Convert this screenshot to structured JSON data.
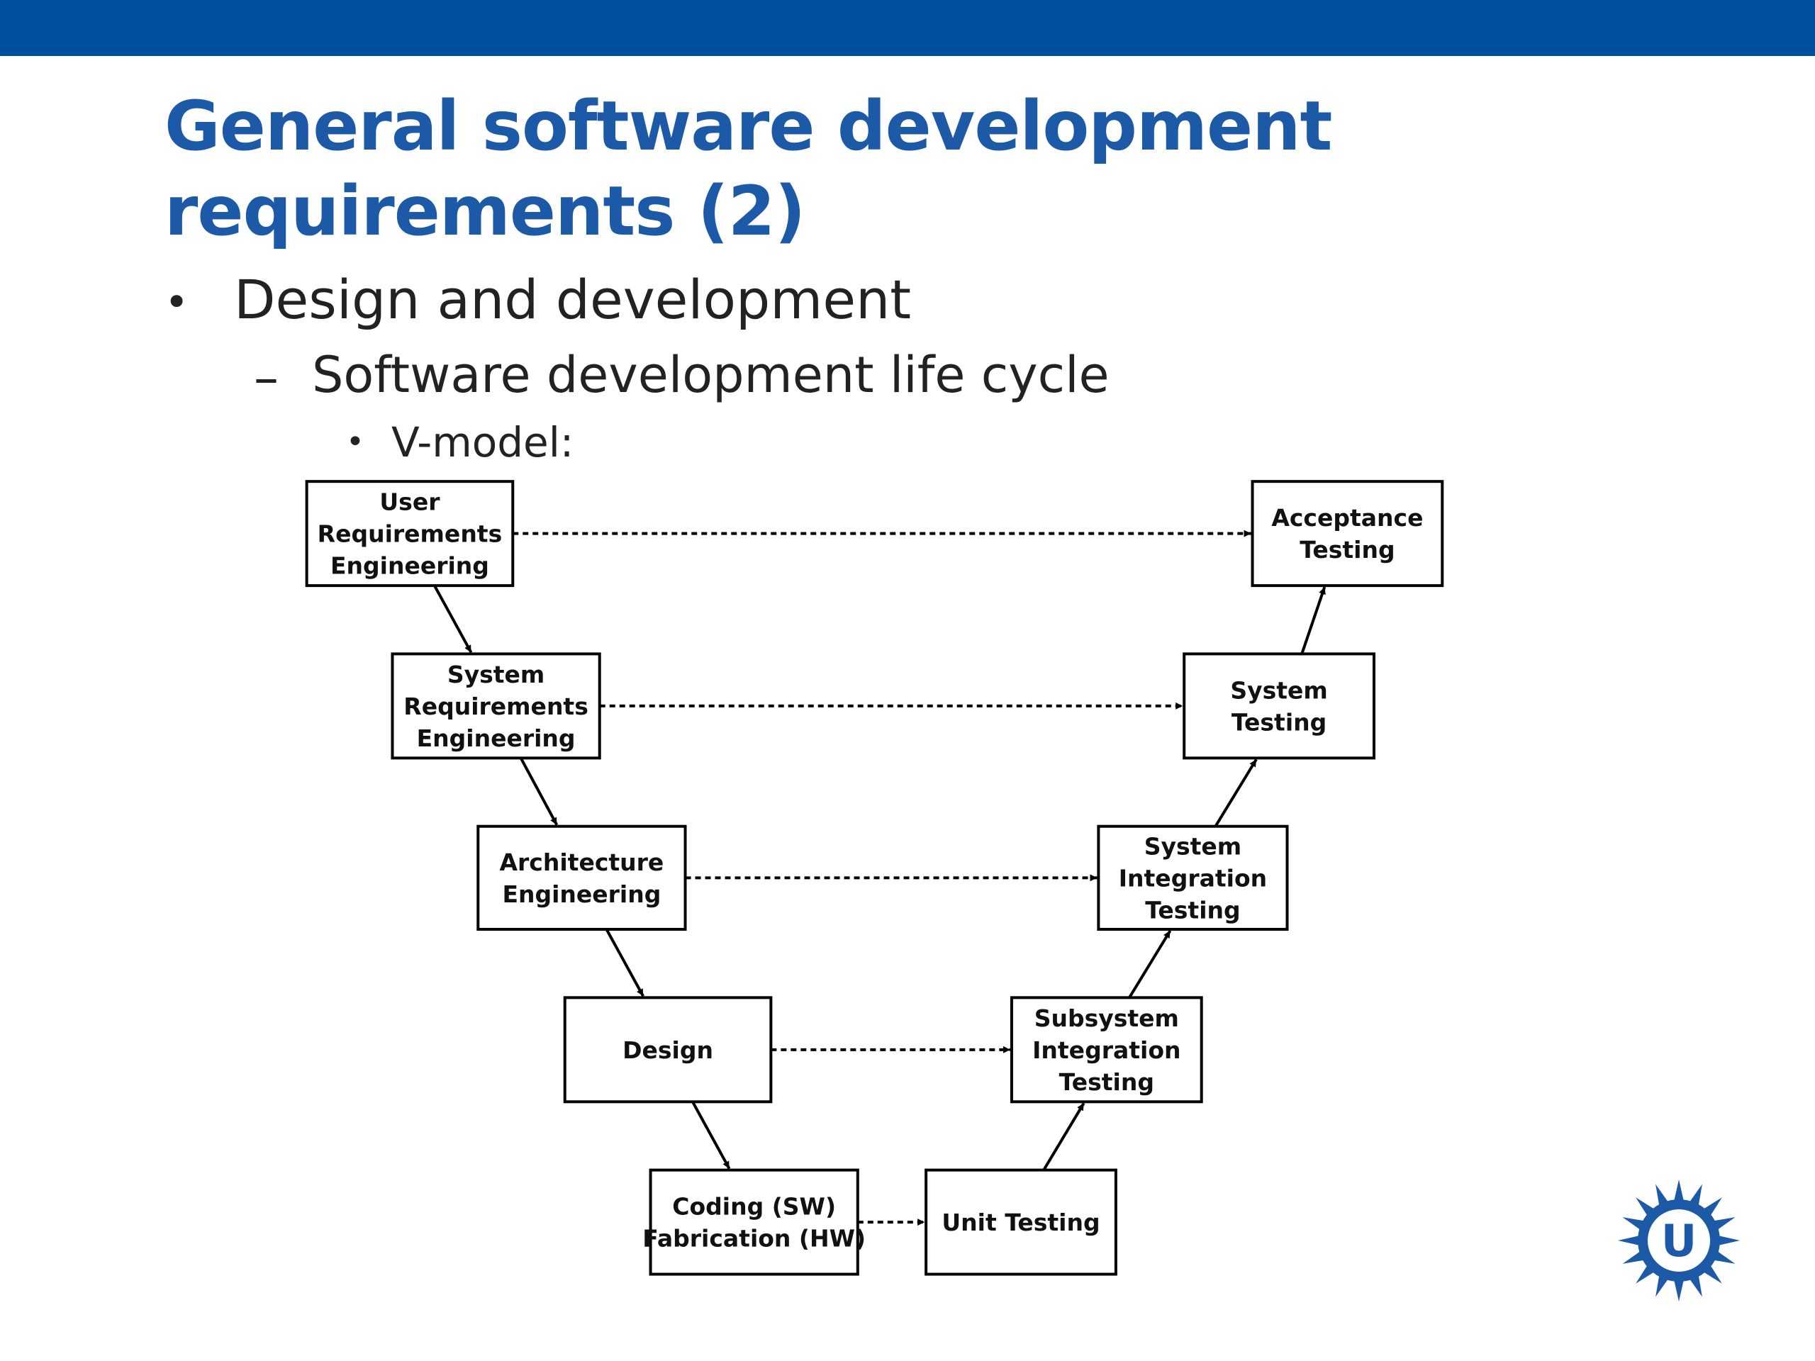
{
  "colors": {
    "top_bar": "#004f9e",
    "title": "#1c5aa8",
    "logo": "#1c5aa8"
  },
  "slide": {
    "title_line1": "General software development",
    "title_line2": "requirements (2)",
    "bullet1_mark": "•",
    "bullet1": "Design and development",
    "bullet2_mark": "–",
    "bullet2": "Software development life cycle",
    "bullet3_mark": "•",
    "bullet3": "V-model:"
  },
  "diagram": {
    "boxes": {
      "user_req": [
        "User",
        "Requirements",
        "Engineering"
      ],
      "sys_req": [
        "System",
        "Requirements",
        "Engineering"
      ],
      "arch": [
        "Architecture",
        "Engineering"
      ],
      "design": [
        "Design"
      ],
      "coding": [
        "Coding (SW)",
        "Fabrication (HW)"
      ],
      "unit": [
        "Unit Testing"
      ],
      "subsys": [
        "Subsystem",
        "Integration",
        "Testing"
      ],
      "sys_int": [
        "System",
        "Integration",
        "Testing"
      ],
      "sys_test": [
        "System",
        "Testing"
      ],
      "accept": [
        "Acceptance",
        "Testing"
      ]
    },
    "edges": [
      {
        "from": "user_req",
        "to": "sys_req",
        "style": "solid"
      },
      {
        "from": "sys_req",
        "to": "arch",
        "style": "solid"
      },
      {
        "from": "arch",
        "to": "design",
        "style": "solid"
      },
      {
        "from": "design",
        "to": "coding",
        "style": "solid"
      },
      {
        "from": "unit",
        "to": "subsys",
        "style": "solid"
      },
      {
        "from": "subsys",
        "to": "sys_int",
        "style": "solid"
      },
      {
        "from": "sys_int",
        "to": "sys_test",
        "style": "solid"
      },
      {
        "from": "sys_test",
        "to": "accept",
        "style": "solid"
      },
      {
        "from": "user_req",
        "to": "accept",
        "style": "dashed"
      },
      {
        "from": "sys_req",
        "to": "sys_test",
        "style": "dashed"
      },
      {
        "from": "arch",
        "to": "sys_int",
        "style": "dashed"
      },
      {
        "from": "design",
        "to": "subsys",
        "style": "dashed"
      },
      {
        "from": "coding",
        "to": "unit",
        "style": "dashed"
      }
    ]
  },
  "logo": {
    "icon": "university-sun-logo-icon",
    "letter": "U"
  }
}
